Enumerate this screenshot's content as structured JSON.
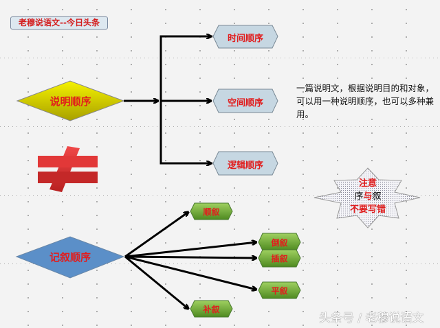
{
  "title_badge": "老穆说语文--今日头条",
  "expository": {
    "label": "说明顺序",
    "children": [
      "时间顺序",
      "空间顺序",
      "逻辑顺序"
    ]
  },
  "note": "一篇说明文，根据说明目的和对象，可以用一种说明顺序，也可以多种兼用。",
  "not_equal_symbol": "≠",
  "narrative": {
    "label": "记叙顺序",
    "children": [
      "顺叙",
      "倒叙",
      "插叙",
      "平叙",
      "补叙"
    ]
  },
  "star_note": {
    "line1": "注意",
    "line2_a": "序",
    "line2_b": "与",
    "line2_c": "叙",
    "line3": "不要写错"
  },
  "watermark": "头条号 / 老穆说语文",
  "colors": {
    "red": "#e11d1d",
    "yellow": "#e8e400",
    "blue": "#5b8fc8",
    "green": "#6aa531",
    "hex": "#c6d7e2"
  }
}
